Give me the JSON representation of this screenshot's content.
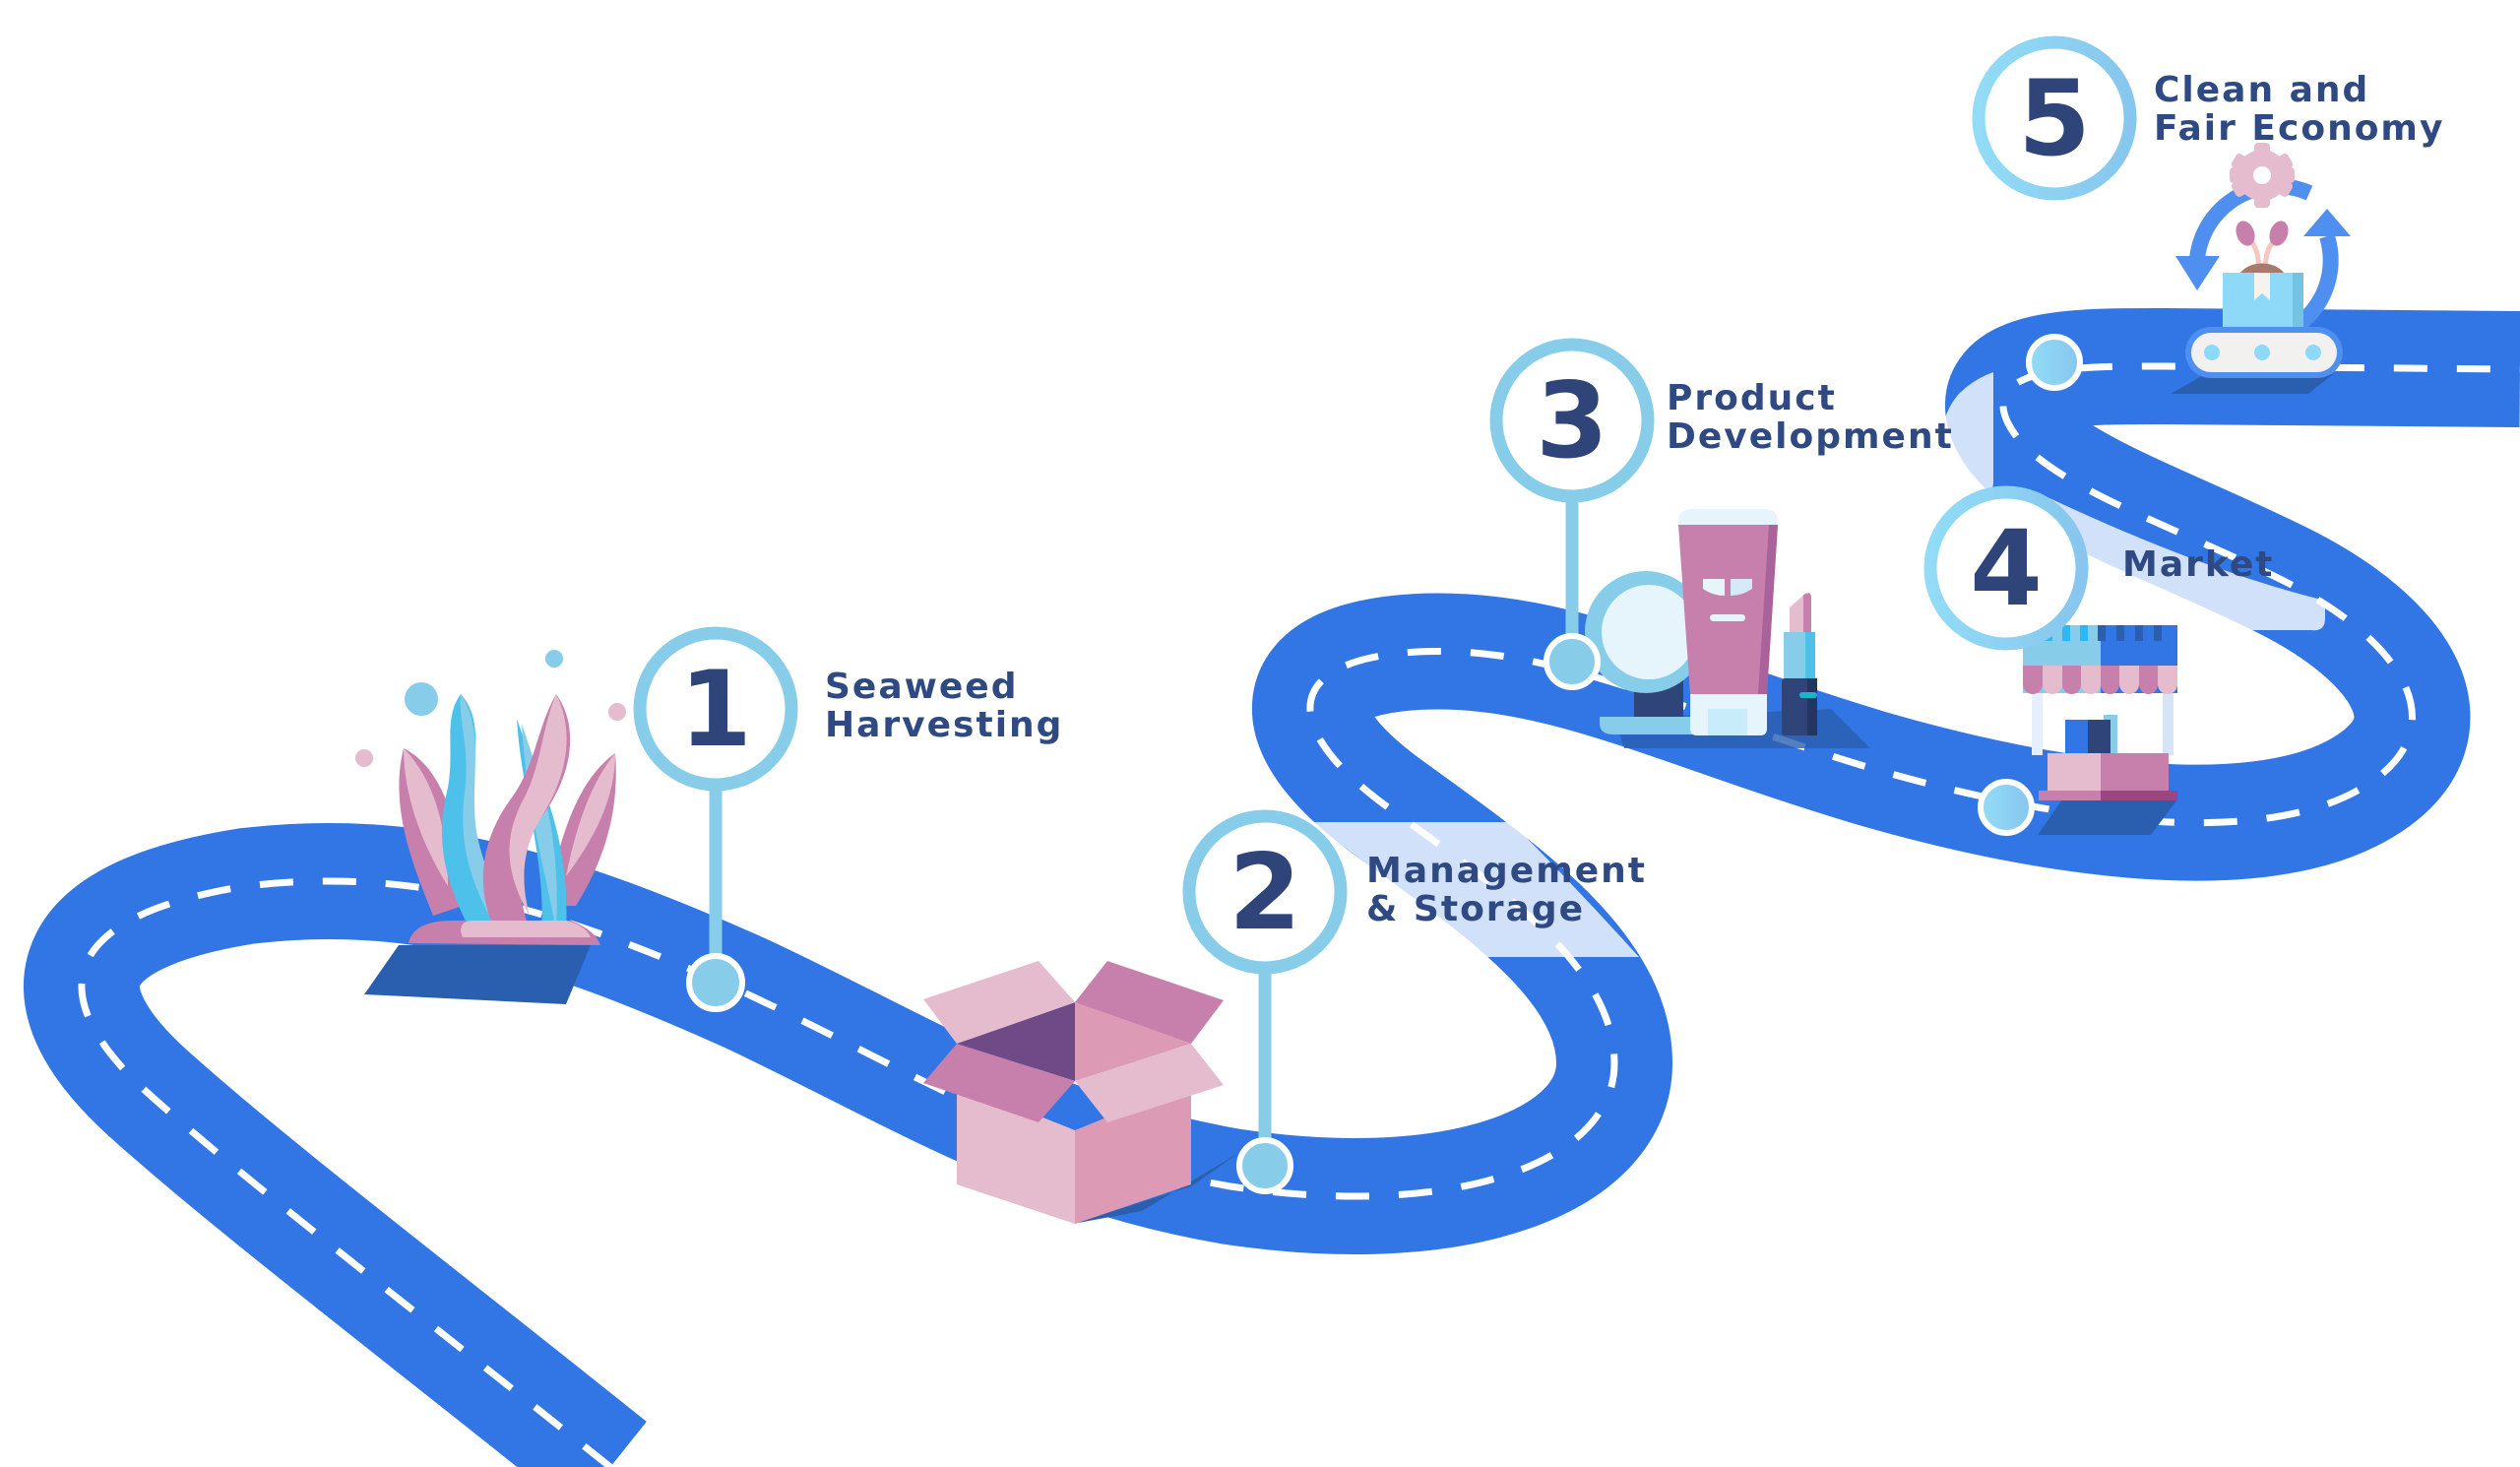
{
  "title": "Seaweed value chain roadmap",
  "colors": {
    "road": "#3176e4",
    "road_shadow": "#2a5fb0",
    "dash": "#ffffff",
    "pin_ring": "#87cdea",
    "pin_number": "#2f4478",
    "label_text": "#2f4a82",
    "label_band": "#d6e4f8",
    "pink_light": "#e5bccd",
    "pink_mid": "#dd9ab5",
    "pink_dark": "#c77fac",
    "purple_dark": "#6f4a87",
    "sky": "#87cdea"
  },
  "steps": [
    {
      "number": "1",
      "line1": "Seaweed",
      "line2": "Harvesting",
      "icon": "seaweed-icon"
    },
    {
      "number": "2",
      "line1": "Management",
      "line2": "& Storage",
      "icon": "open-box-icon"
    },
    {
      "number": "3",
      "line1": "Product",
      "line2": "Development",
      "icon": "cosmetics-icon"
    },
    {
      "number": "4",
      "line1": "Market",
      "line2": "",
      "icon": "market-stall-icon"
    },
    {
      "number": "5",
      "line1": "Clean and",
      "line2": "Fair Economy",
      "icon": "circular-economy-icon"
    }
  ]
}
